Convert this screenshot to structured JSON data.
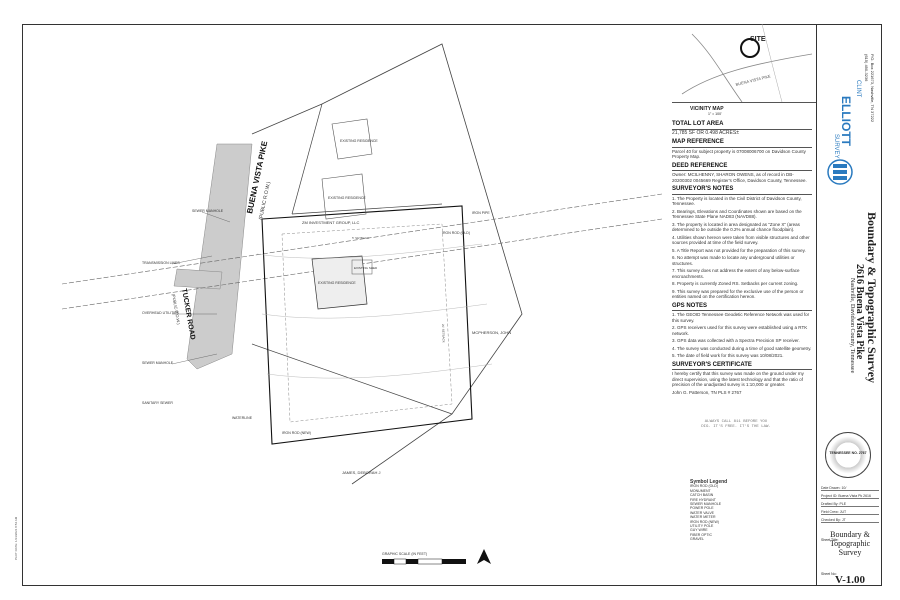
{
  "title_block": {
    "company_name": "ELLIOTT",
    "company_prefix": "CLINT",
    "company_suffix": "SURVEY",
    "company_address": "P.O. Box 221673, Nashville, TN 37222",
    "company_phone": "(615) 490-3236",
    "project_title": "Boundary & Topographic Survey",
    "project_address": "2616 Buena Vista Pike",
    "project_city": "Nashville, Davidson County, Tennessee",
    "rows": [
      {
        "label": "Date Drawn:",
        "value": "10/"
      },
      {
        "label": "Project ID:",
        "value": "Buena Vista Pk 2616"
      },
      {
        "label": "Drafted By:",
        "value": "PLE"
      },
      {
        "label": "Field Crew:",
        "value": "JUT"
      },
      {
        "label": "Checked By:",
        "value": "JT"
      }
    ],
    "sheet_title_label": "Sheet Title:",
    "sheet_title": "Boundary & Topographic Survey",
    "sheet_number_label": "Sheet No:",
    "sheet_number": "V-1.00",
    "seal_text": "TENNESSEE NO. 2767"
  },
  "vicinity": {
    "site_label": "SITE",
    "title": "VICINITY MAP",
    "scale": "1\" = 100'",
    "street_label": "BUENA VISTA PIKE"
  },
  "notes": {
    "total_lot_area_heading": "TOTAL LOT AREA",
    "total_lot_area": "21,785 SF OR 0.498 ACRES±",
    "map_reference_heading": "MAP REFERENCE",
    "map_reference": "Parcel 40 for subject property is 07008006700 on Davidson County Property Map.",
    "deed_reference_heading": "DEED REFERENCE",
    "deed_reference": "Owner: MCILHENNY, SHARON OWENS, as of record in DB-20200302 0045669 Register's Office, Davidson County, Tennessee.",
    "surveyor_notes_heading": "SURVEYOR'S NOTES",
    "surveyor_notes": [
      "1. The Property is located in the Civil District of Davidson County, Tennessee.",
      "2. Bearings, Elevations and Coordinates shown are based on the Tennessee State Plane NAD83 (NAVD88).",
      "3. The property is located in area designated as \"Zone X\" (areas determined to be outside the 0.2% annual chance floodplain).",
      "4. Utilities shown hereon were taken from visible structures and other sources provided at time of the field survey.",
      "5. A Title Report was not provided for the preparation of this survey.",
      "6. No attempt was made to locate any underground utilities or structures.",
      "7. This survey does not address the extent of any below-surface encroachments.",
      "8. Property is currently Zoned RS. Setbacks per current zoning.",
      "9. This survey was prepared for the exclusive use of the person or entities named on the certification hereon."
    ],
    "gps_notes_heading": "GPS NOTES",
    "gps_notes": [
      "1. The GEOID Tennessee Geodetic Reference Network was used for this survey.",
      "2. GPS receivers used for this survey were established using a RTK network.",
      "3. GPS data was collected with a Spectra Precision SP receiver.",
      "4. The survey was conducted during a time of good satellite geometry.",
      "5. The date of field work for this survey was 10/08/2021."
    ],
    "certificate_heading": "SURVEYOR'S CERTIFICATE",
    "certificate": "I hereby certify that this survey was made on the ground under my direct supervision, using the latest technology and that the ratio of precision of the unadjusted survey is 1:10,000 or greater.",
    "certificate_signature": "John G. Patterson, TN PLS # 2767"
  },
  "notice": "ALWAYS CALL 811 BEFORE YOU DIG. IT'S FREE. IT'S THE LAW.",
  "legend": {
    "title": "Symbol Legend",
    "items": [
      "IRON ROD (OLD)",
      "MONUMENT",
      "CATCH BASIN",
      "FIRE HYDRANT",
      "SEWER MANHOLE",
      "POWER POLE",
      "WATER VALVE",
      "WATER METER",
      "IRON ROD (NEW)",
      "UTILITY POLE",
      "GUY WIRE",
      "FIBER OPTIC",
      "GRAVEL"
    ]
  },
  "plan": {
    "road_main": "BUENA VISTA PIKE",
    "road_main_sub": "(PUBLIC R.O.W.)",
    "road_side": "TUCKER ROAD",
    "road_side_sub": "(PUBLIC R.O.W.)",
    "adjoiner_north": "ZM INVESTMENT GROUP, LLC",
    "adjoiner_east": "MCPHERSON, JOHN",
    "adjoiner_south": "JAMES, DEBORAH J",
    "structure_1": "EXISTING RESIDENCE",
    "structure_2": "EXISTING RESIDENCE",
    "structure_main": "EXISTING RESIDENCE",
    "shed": "EXISTING SHED",
    "labels": [
      "SEWER MANHOLE",
      "TRANSMISSION LINES",
      "OVERHEAD UTILITIES",
      "SEWER MANHOLE",
      "SANITARY SEWER",
      "WATERLINE",
      "IRON ROD (NEW)",
      "IRON ROD (OLD)",
      "5' SETBACK",
      "20' SETBACK",
      "IRON PIPE"
    ],
    "scale_label": "GRAPHIC SCALE (IN FEET)"
  },
  "plot_info": "PLOT DATE: 1/13/2021 8:54 AM"
}
